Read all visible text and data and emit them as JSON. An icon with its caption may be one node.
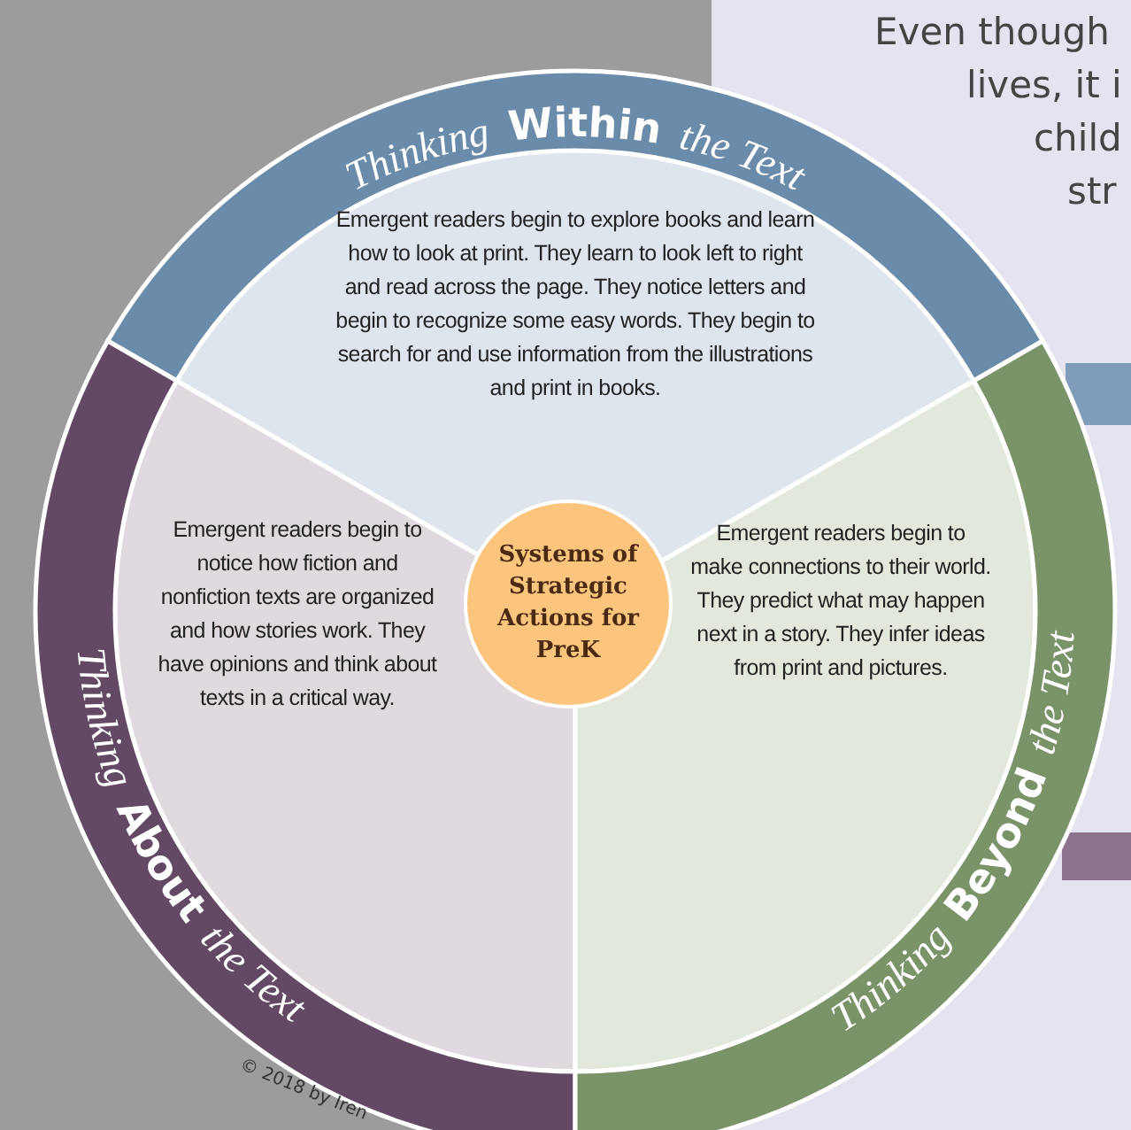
{
  "diagram": {
    "nodes": [
      {
        "text": [
          "Thinking **Within** the Text"
        ]
      },
      {
        "text": [
          "Emergent readers begin to explore books and learn how to look at print. They learn to look left to right and read across the page. They notice letters and begin to recognize some easy words. They begin to search for and use information from the illustrations and print in books."
        ]
      },
      {
        "text": [
          "Emergent readers begin to notice how fiction and nonfiction texts are organized and how stories work. They have opinions and think about texts in a critical way."
        ]
      },
      {
        "text": [
          "Systems of Strategic Actions for PreK"
        ]
      },
      {
        "text": [
          "Emergent readers begin to make connections to their world. They predict what may happen next in a story. They infer ideas from print and pictures."
        ]
      },
      {
        "text": [
          "Thinking **About** the Text"
        ]
      },
      {
        "text": [
          "Thinking **Beyond** the Text"
        ]
      }
    ],
    "labels": [
      "Even though",
      "lives, it i",
      "child",
      "str",
      "© 2018 by Iren"
    ]
  }
}
